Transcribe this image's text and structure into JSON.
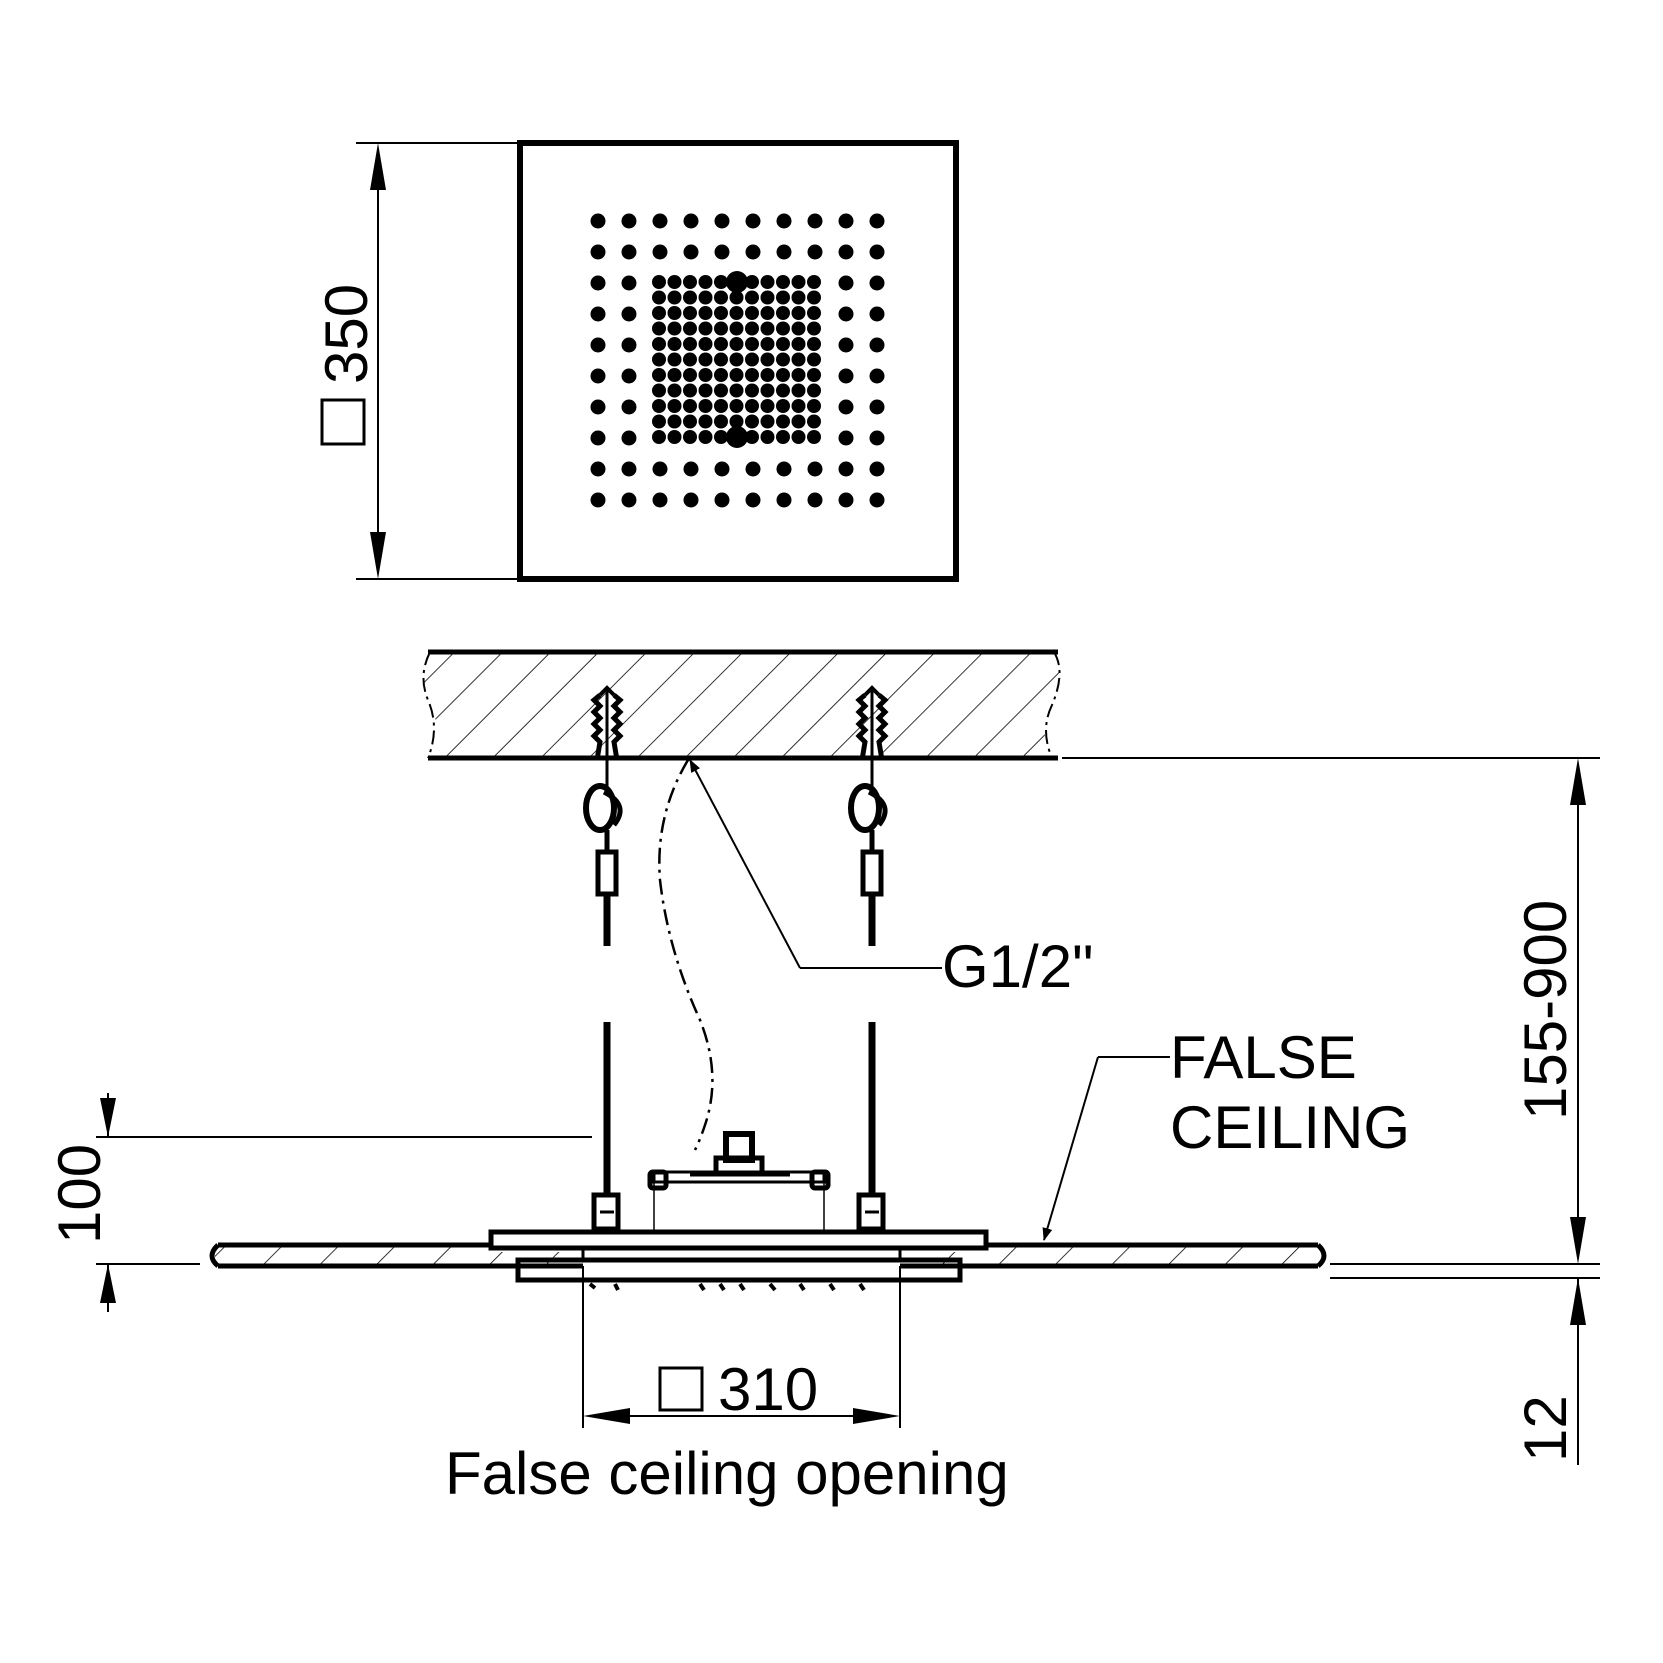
{
  "drawing": {
    "colors": {
      "line": "#000000",
      "background": "#ffffff"
    },
    "top_view": {
      "dimension_350": "350"
    },
    "side_view": {
      "label_g12": "G1/2\"",
      "label_false_ceiling_line1": "FALSE",
      "label_false_ceiling_line2": "CEILING",
      "dimension_155_900": "155-900",
      "dimension_100": "100",
      "dimension_12": "12",
      "dimension_310": "310",
      "label_opening": "False ceiling opening"
    }
  }
}
